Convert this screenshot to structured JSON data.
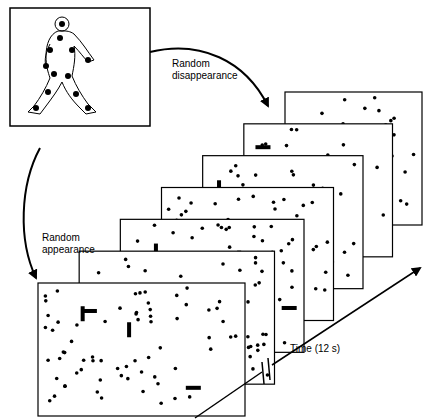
{
  "diagram": {
    "labels": [
      "Random disappearance",
      "Random appearance",
      "Time (12 s)"
    ]
  }
}
